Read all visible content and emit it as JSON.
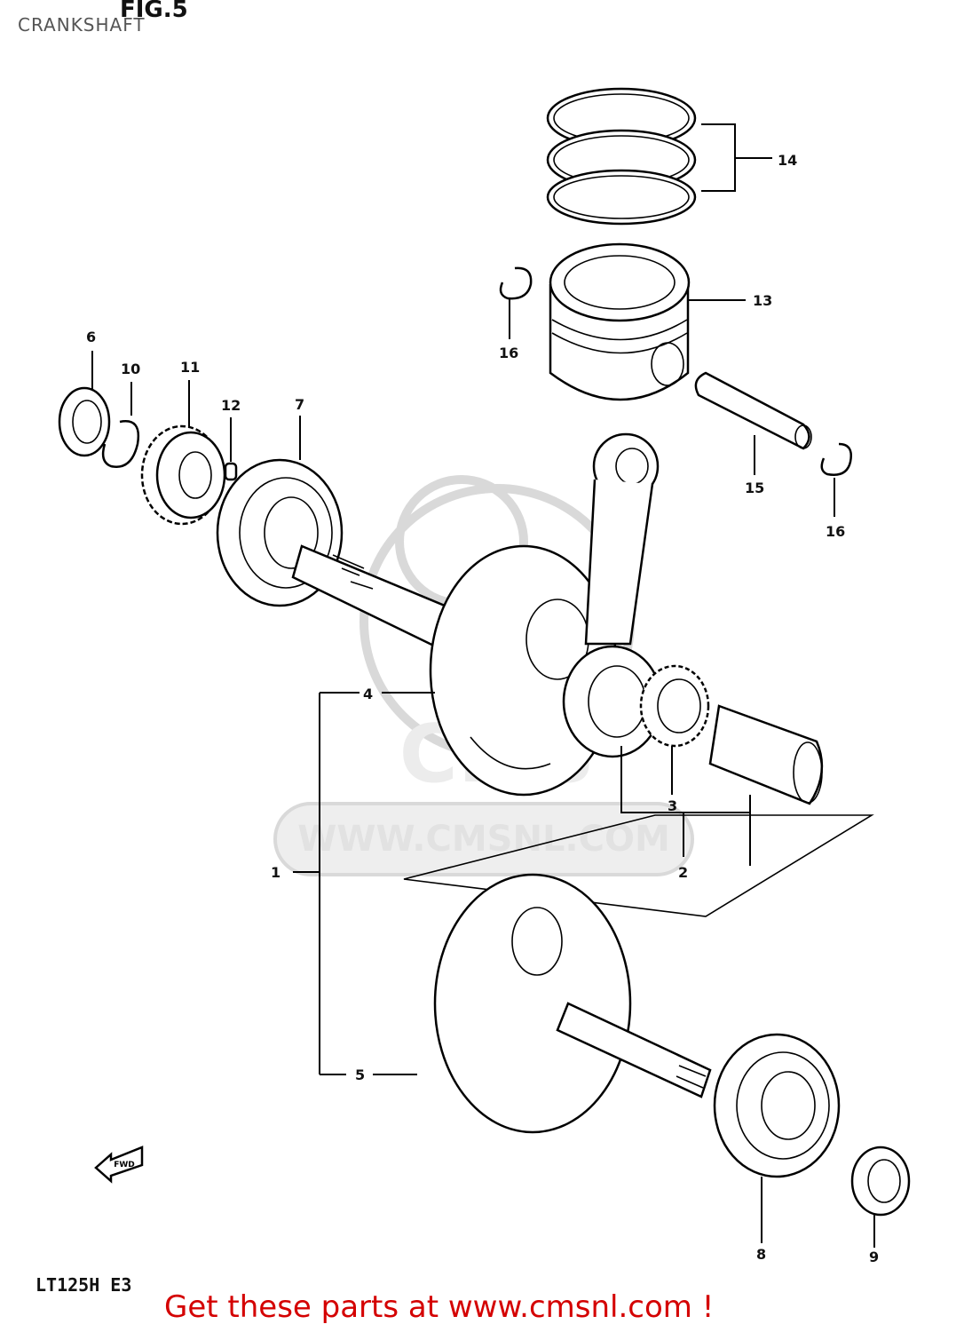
{
  "caption": "CRANKSHAFT",
  "figure_title": "FIG.5",
  "model_code": "LT125H E3",
  "watermark": "WWW.CMSNL.COM",
  "watermark_logo": "CMS",
  "fwd_label": "FWD",
  "footer": "Get these parts at www.cmsnl.com !",
  "callouts": {
    "c1": "1",
    "c2": "2",
    "c3": "3",
    "c4": "4",
    "c5": "5",
    "c6": "6",
    "c7": "7",
    "c8": "8",
    "c9": "9",
    "c10": "10",
    "c11": "11",
    "c12": "12",
    "c13": "13",
    "c14": "14",
    "c15": "15",
    "c16a": "16",
    "c16b": "16"
  }
}
